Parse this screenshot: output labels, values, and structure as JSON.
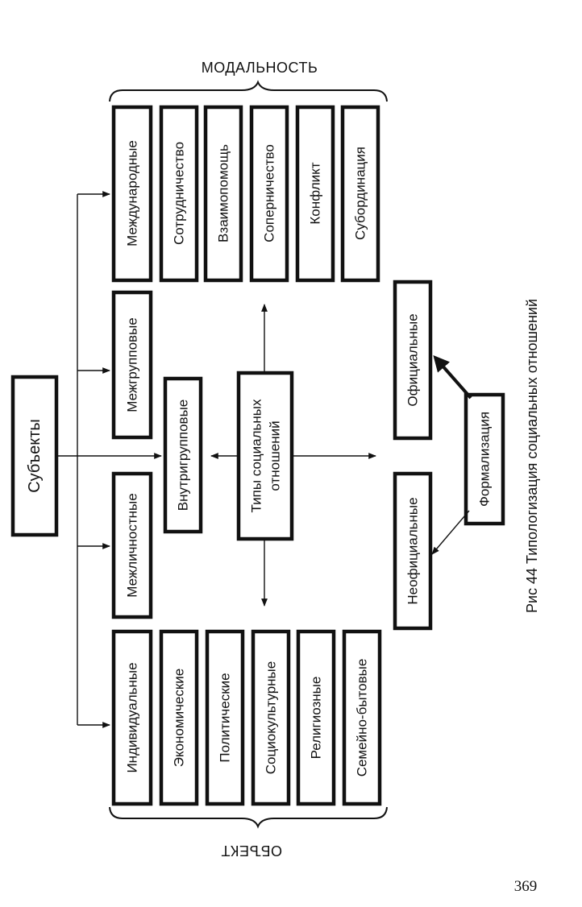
{
  "diagram": {
    "header": "МОДАЛЬНОСТЬ",
    "footer": "ОБЪЕКТ",
    "subjects": "Субъекты",
    "center": [
      "Типы социальных",
      "отношений"
    ],
    "subject_types": {
      "interpersonal": "Межличностные",
      "intergroup": "Межгрупповые",
      "intragroup": "Внутригрупповые"
    },
    "international": "Международные",
    "individual": "Индивидуальные",
    "modality_items": [
      "Сотрудничество",
      "Взаимопомощь",
      "Соперничество",
      "Конфликт",
      "Субординация"
    ],
    "object_items": [
      "Экономические",
      "Политические",
      "Социокультурные",
      "Религиозные",
      "Семейно-бытовые"
    ],
    "formalization": {
      "root": "Формализация",
      "official": "Официальные",
      "unofficial": "Неофициальные"
    }
  },
  "caption": "Рис 44  Типологизация социальных отношений",
  "page_number": "369"
}
